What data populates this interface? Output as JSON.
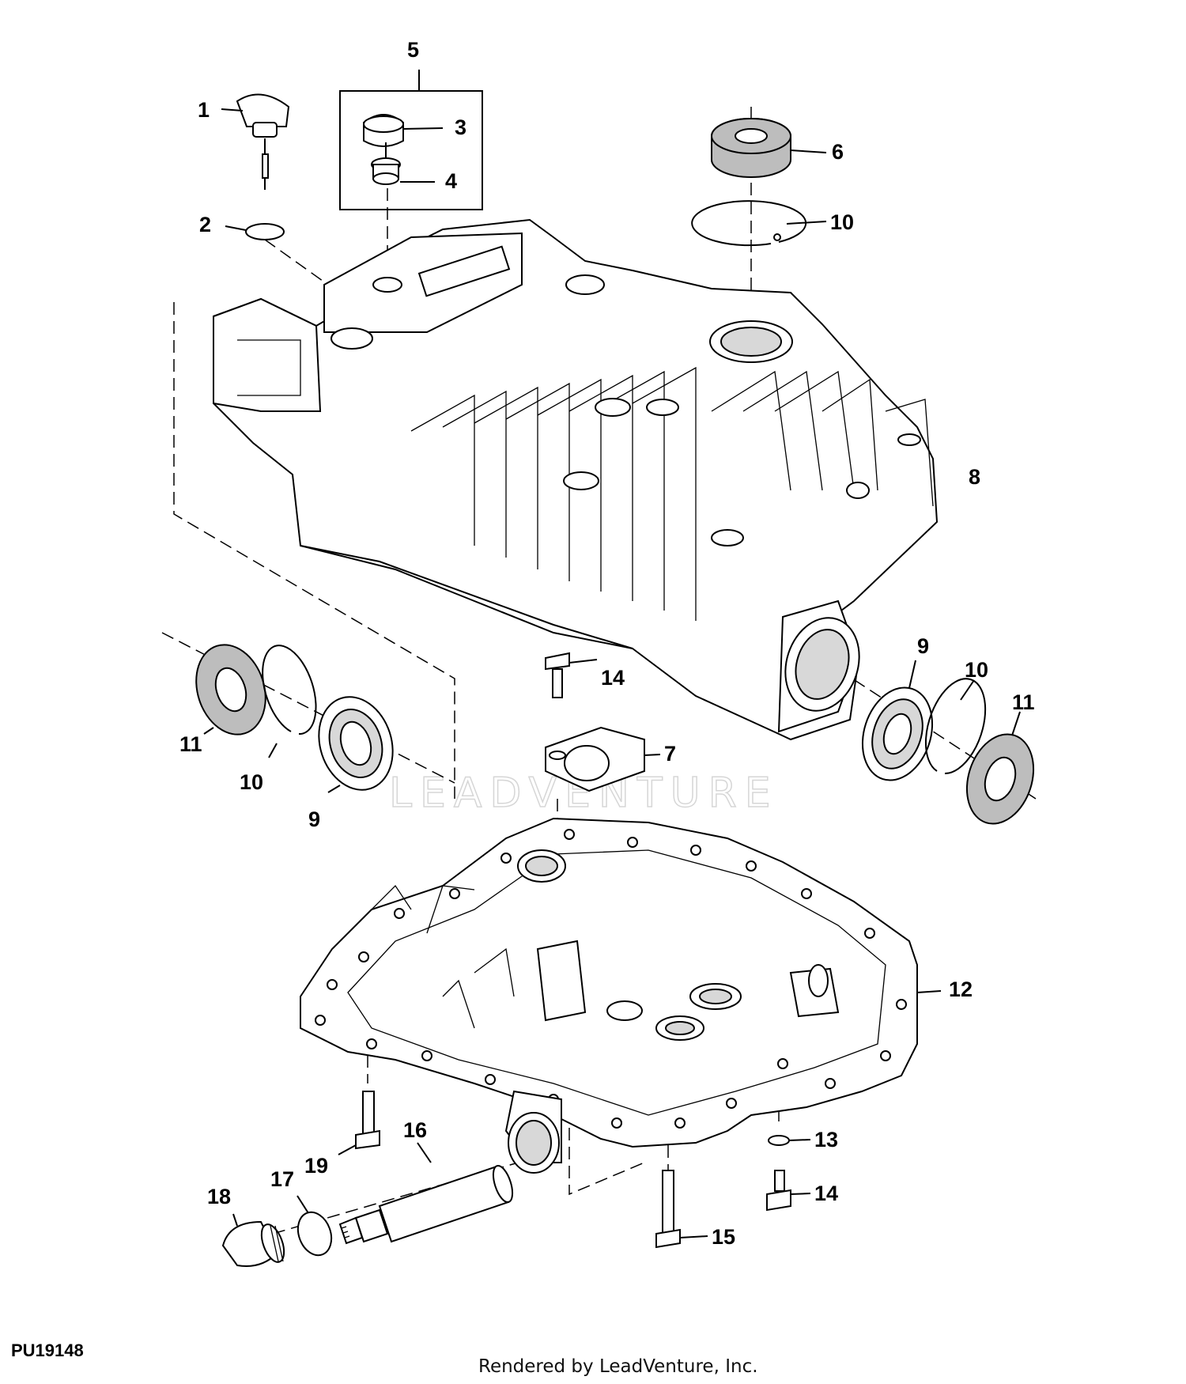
{
  "diagram": {
    "part_number": "PU19148",
    "credit": "Rendered by LeadVenture, Inc.",
    "watermark": "LEADVENTURE",
    "callouts": [
      {
        "id": "c1",
        "label": "1"
      },
      {
        "id": "c2",
        "label": "2"
      },
      {
        "id": "c3",
        "label": "3"
      },
      {
        "id": "c4",
        "label": "4"
      },
      {
        "id": "c5",
        "label": "5"
      },
      {
        "id": "c6",
        "label": "6"
      },
      {
        "id": "c7",
        "label": "7"
      },
      {
        "id": "c8",
        "label": "8"
      },
      {
        "id": "c9a",
        "label": "9"
      },
      {
        "id": "c9b",
        "label": "9"
      },
      {
        "id": "c10a",
        "label": "10"
      },
      {
        "id": "c10b",
        "label": "10"
      },
      {
        "id": "c10c",
        "label": "10"
      },
      {
        "id": "c11a",
        "label": "11"
      },
      {
        "id": "c11b",
        "label": "11"
      },
      {
        "id": "c12",
        "label": "12"
      },
      {
        "id": "c13",
        "label": "13"
      },
      {
        "id": "c14a",
        "label": "14"
      },
      {
        "id": "c14b",
        "label": "14"
      },
      {
        "id": "c15",
        "label": "15"
      },
      {
        "id": "c16",
        "label": "16"
      },
      {
        "id": "c17",
        "label": "17"
      },
      {
        "id": "c18",
        "label": "18"
      },
      {
        "id": "c19",
        "label": "19"
      }
    ]
  }
}
